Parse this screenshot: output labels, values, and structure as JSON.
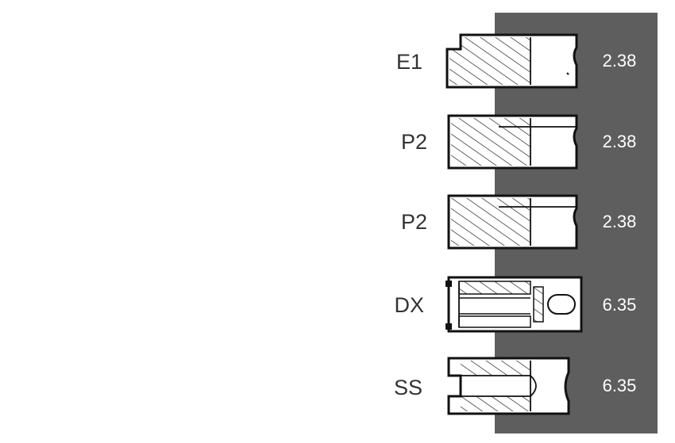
{
  "panel_color": "#5e5e5e",
  "ring_stroke": "#111111",
  "label_color": "#333333",
  "value_color": "#ffffff",
  "rings": [
    {
      "code": "E1",
      "dimension": "2.38",
      "profile": "stepped-rectangular"
    },
    {
      "code": "P2",
      "dimension": "2.38",
      "profile": "rectangular-grooved"
    },
    {
      "code": "P2",
      "dimension": "2.38",
      "profile": "rectangular-grooved"
    },
    {
      "code": "DX",
      "dimension": "6.35",
      "profile": "oil-ring-with-expander"
    },
    {
      "code": "SS",
      "dimension": "6.35",
      "profile": "slotted-oil-ring"
    }
  ]
}
